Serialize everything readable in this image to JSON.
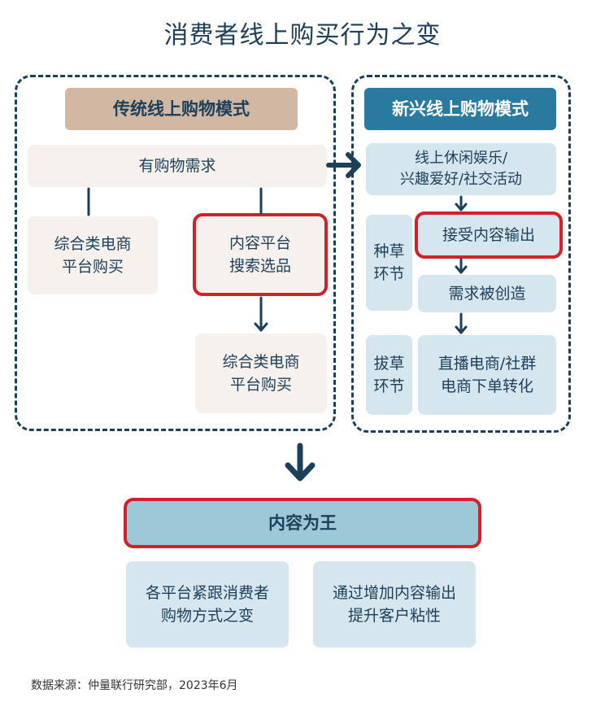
{
  "title": "消费者线上购买行为之变",
  "traditional": {
    "header": "传统线上购物模式",
    "need": "有购物需求",
    "left_box": "综合类电商\n平台购买",
    "search_box": "内容平台\n搜索选品",
    "bottom_box": "综合类电商\n平台购买"
  },
  "emerging": {
    "header": "新兴线上购物模式",
    "leisure": "线上休闲娱乐/\n兴趣爱好/社交活动",
    "stage1_label": "种草\n环节",
    "receive": "接受内容输出",
    "demand": "需求被创造",
    "stage2_label": "拔草\n环节",
    "convert": "直播电商/社群\n电商下单转化"
  },
  "conclusion": {
    "header": "内容为王",
    "left": "各平台紧跟消费者\n购物方式之变",
    "right": "通过增加内容输出\n提升客户粘性"
  },
  "source": "数据来源：仲量联行研究部，2023年6月",
  "colors": {
    "navy": "#1c3f5a",
    "tan": "#d2b8a2",
    "teal": "#2a7aa0",
    "light_blue": "#d6e6ee",
    "cream": "#f6f1ec",
    "red": "#d4202a",
    "conclusion_bg": "#9dc8d8"
  }
}
